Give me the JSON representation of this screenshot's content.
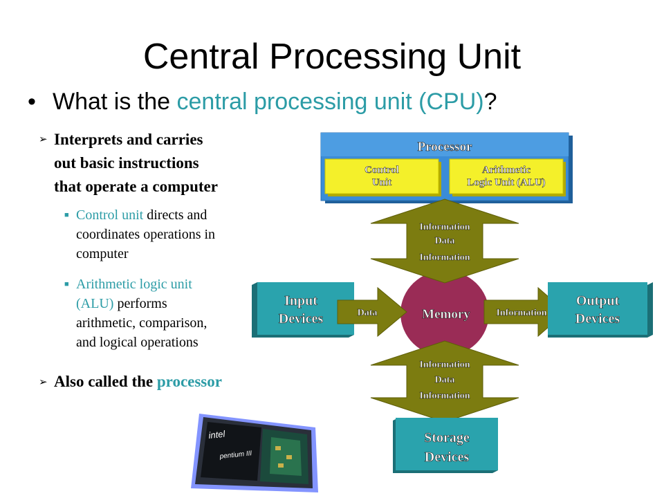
{
  "slide": {
    "title": "Central Processing Unit",
    "question_prefix": "What is the ",
    "question_accent": "central processing unit (CPU)",
    "question_suffix": "?",
    "bullets": {
      "b1_line1": "Interprets and carries",
      "b1_line2": "out basic instructions",
      "b1_line3": "that operate a computer",
      "sub1_term": "Control unit",
      "sub1_line1_rest": " directs and",
      "sub1_line2": "coordinates operations in",
      "sub1_line3": "computer",
      "sub2_term_line1": "Arithmetic logic unit",
      "sub2_term_line2": "(ALU)",
      "sub2_line2_rest": " performs",
      "sub2_line3": "arithmetic, comparison,",
      "sub2_line4": "and logical operations",
      "b2_prefix": "Also called the ",
      "b2_accent": "processor"
    }
  },
  "diagram": {
    "processor": "Processor",
    "control_unit_line1": "Control",
    "control_unit_line2": "Unit",
    "alu_line1": "Arithmetic",
    "alu_line2": "Logic Unit (ALU)",
    "top_arrow": [
      "Information",
      "Data",
      "Information"
    ],
    "bottom_arrow": [
      "Information",
      "Data",
      "Information"
    ],
    "memory": "Memory",
    "input_line1": "Input",
    "input_line2": "Devices",
    "output_line1": "Output",
    "output_line2": "Devices",
    "storage_line1": "Storage",
    "storage_line2": "Devices",
    "left_arrow": "Data",
    "right_arrow": "Information"
  },
  "chip": {
    "brand": "intel",
    "model": "pentium III"
  },
  "colors": {
    "teal_box": "#2aa3ad",
    "blue_box": "#3a8cd8",
    "yellow": "#f4f02a",
    "olive": "#7c7c10",
    "memory": "#9a2c56",
    "accent_text": "#2c9ca6"
  }
}
